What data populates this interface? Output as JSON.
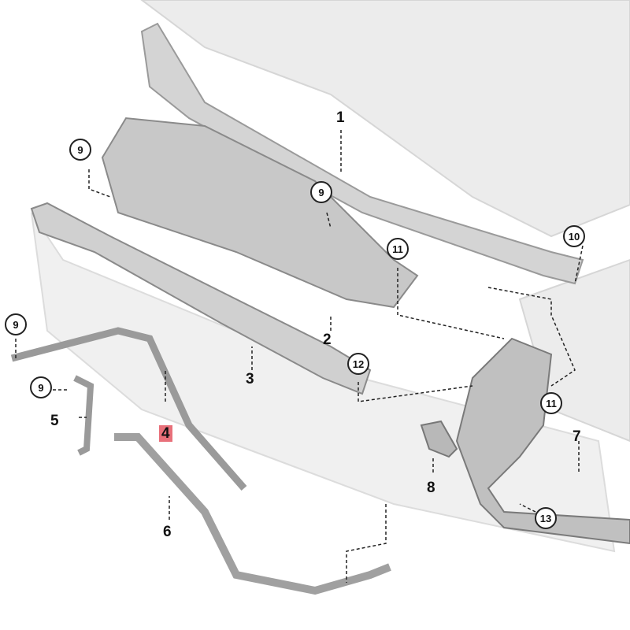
{
  "diagram": {
    "highlight_color": "#e8707a",
    "parts": [
      {
        "id": "1",
        "label": "1"
      },
      {
        "id": "2",
        "label": "2"
      },
      {
        "id": "3",
        "label": "3"
      },
      {
        "id": "4",
        "label": "4",
        "highlighted": true
      },
      {
        "id": "5",
        "label": "5"
      },
      {
        "id": "6",
        "label": "6"
      },
      {
        "id": "7",
        "label": "7"
      },
      {
        "id": "8",
        "label": "8"
      }
    ],
    "fasteners": [
      {
        "label": "9"
      },
      {
        "label": "9"
      },
      {
        "label": "9"
      },
      {
        "label": "9"
      },
      {
        "label": "10"
      },
      {
        "label": "11"
      },
      {
        "label": "11"
      },
      {
        "label": "12"
      },
      {
        "label": "13"
      }
    ]
  }
}
